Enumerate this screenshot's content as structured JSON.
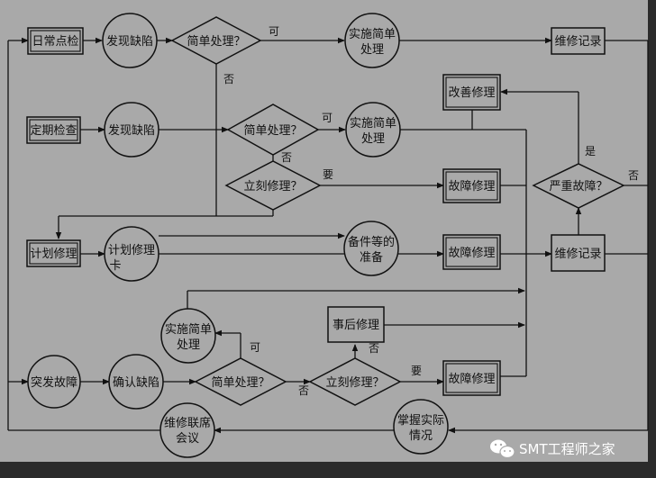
{
  "nodes": {
    "daily": "日常点检",
    "periodic": "定期检查",
    "plan": "计划修理",
    "sudden": "突发故障",
    "find1": "发现缺陷",
    "find2": "发现缺陷",
    "plan_card_1": "计划修理",
    "plan_card_2": "卡",
    "confirm": "确认缺陷",
    "simple1": "简单处理？",
    "simple2": "简单处理？",
    "simple3": "简单处理？",
    "immediate1": "立刻修理？",
    "immediate2": "立刻修理？",
    "impl1_1": "实施简单",
    "impl1_2": "处理",
    "impl2_1": "实施简单",
    "impl2_2": "处理",
    "impl3_1": "实施简单",
    "impl3_2": "处理",
    "record1": "维修记录",
    "record2": "维修记录",
    "improve": "改善修理",
    "fault1": "故障修理",
    "fault2": "故障修理",
    "fault3": "故障修理",
    "spare_1": "备件等的",
    "spare_2": "准备",
    "after": "事后修理",
    "serious": "严重故障？",
    "meeting_1": "维修联席",
    "meeting_2": "会议",
    "grasp_1": "掌握实际",
    "grasp_2": "情况"
  },
  "edge_labels": {
    "yes": "可",
    "no": "否",
    "yao": "要",
    "shi": "是"
  },
  "watermark": {
    "icon": "wechat-icon",
    "text": "SMT工程师之家"
  },
  "colors": {
    "background": "#a9a9a9",
    "frame": "#2b2b2b",
    "line": "#111111"
  }
}
